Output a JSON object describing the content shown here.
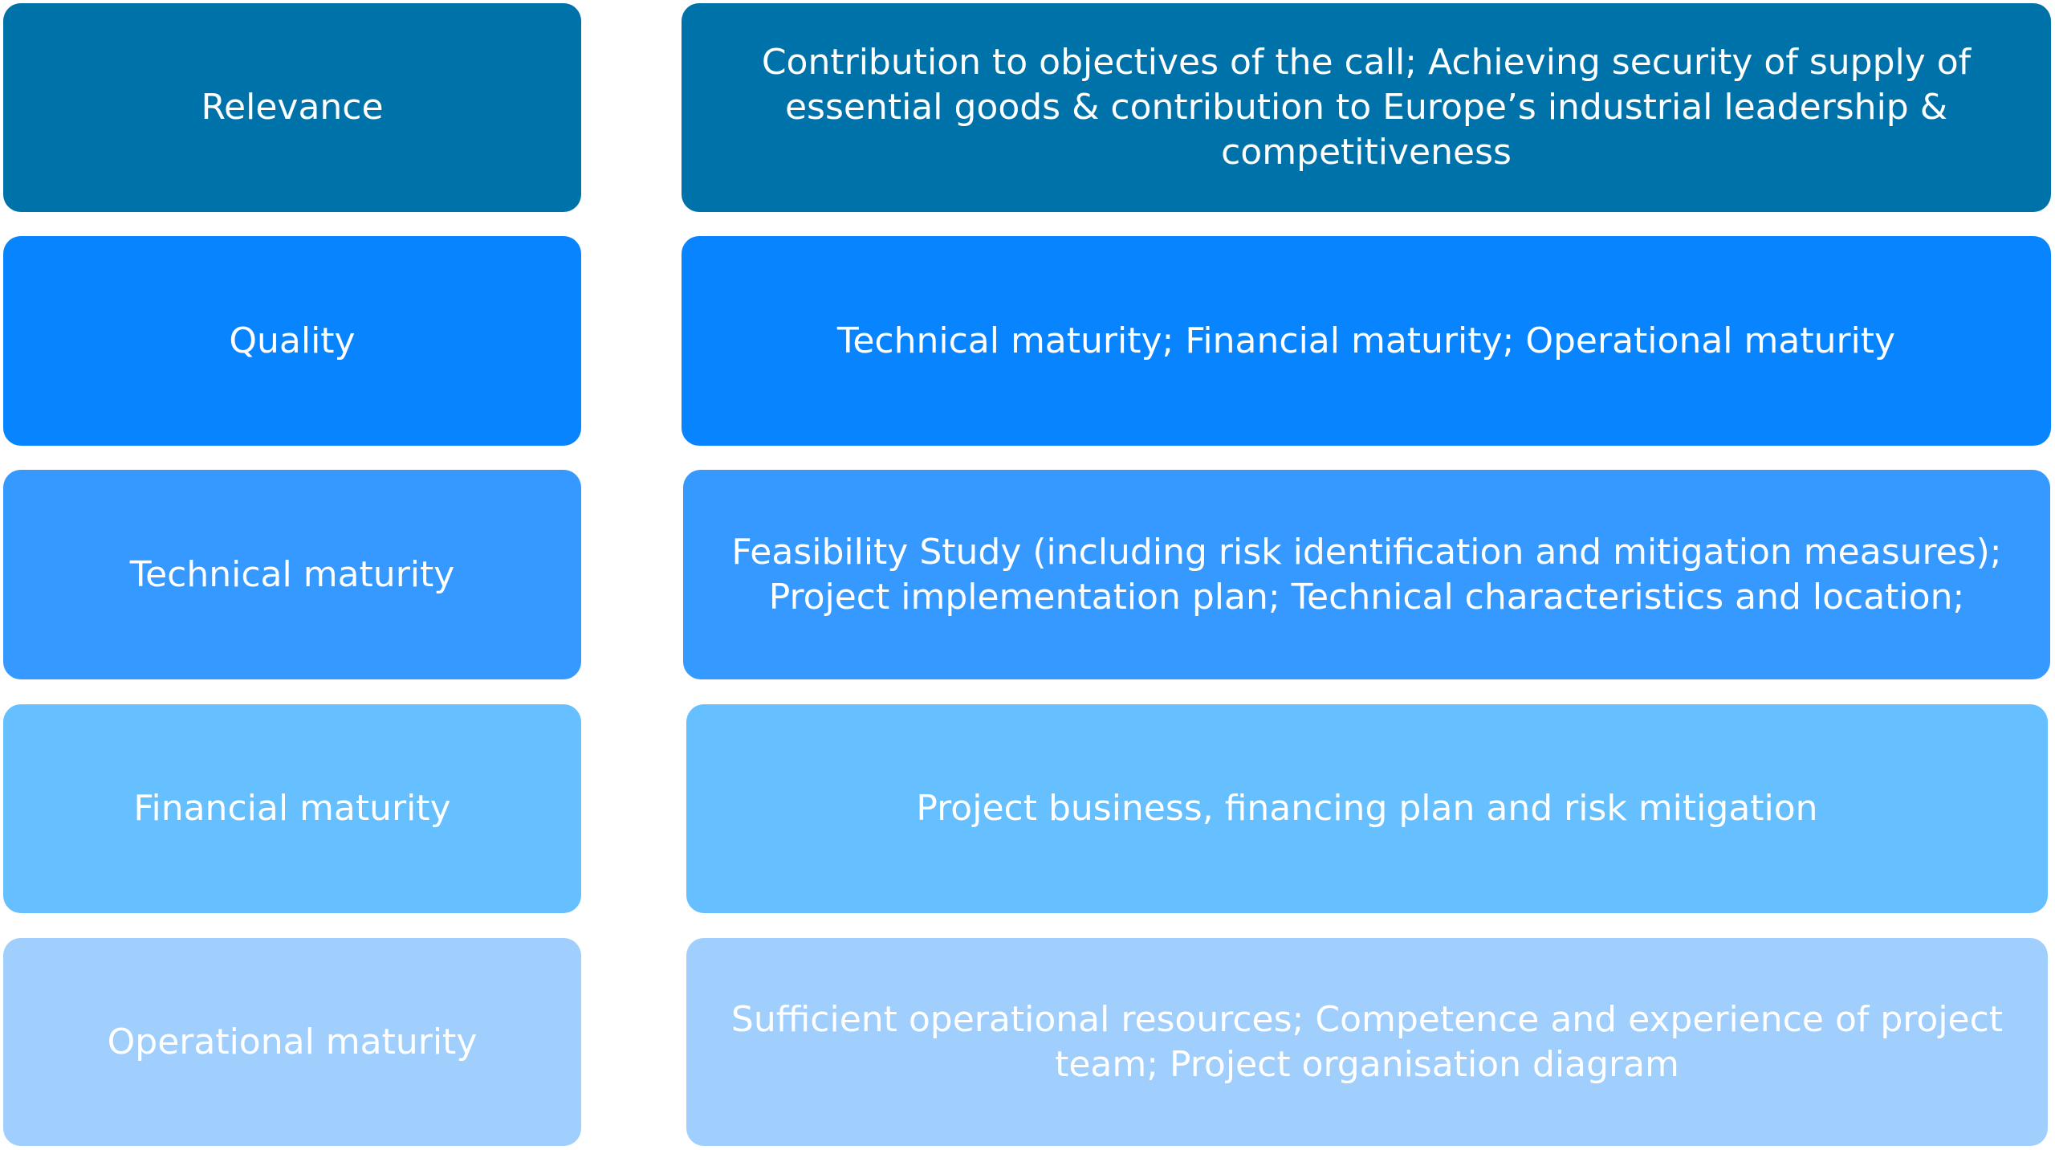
{
  "rows": [
    {
      "label": "Relevance",
      "description": "Contribution to objectives of the call; Achieving security of supply of essential goods & contribution to Europe’s industrial leadership & competitiveness",
      "color": "#0072AA"
    },
    {
      "label": "Quality",
      "description": "Technical maturity; Financial maturity; Operational maturity",
      "color": "#0884FF"
    },
    {
      "label": "Technical maturity",
      "description": "Feasibility Study (including risk identification and mitigation measures); Project implementation plan; Technical characteristics and location;",
      "color": "#3599FF"
    },
    {
      "label": "Financial maturity",
      "description": "Project business, financing plan and risk mitigation",
      "color": "#66BFFF"
    },
    {
      "label": "Operational maturity",
      "description": "Sufficient operational resources; Competence and experience of project team; Project organisation diagram",
      "color": "#A0CFFD"
    }
  ]
}
